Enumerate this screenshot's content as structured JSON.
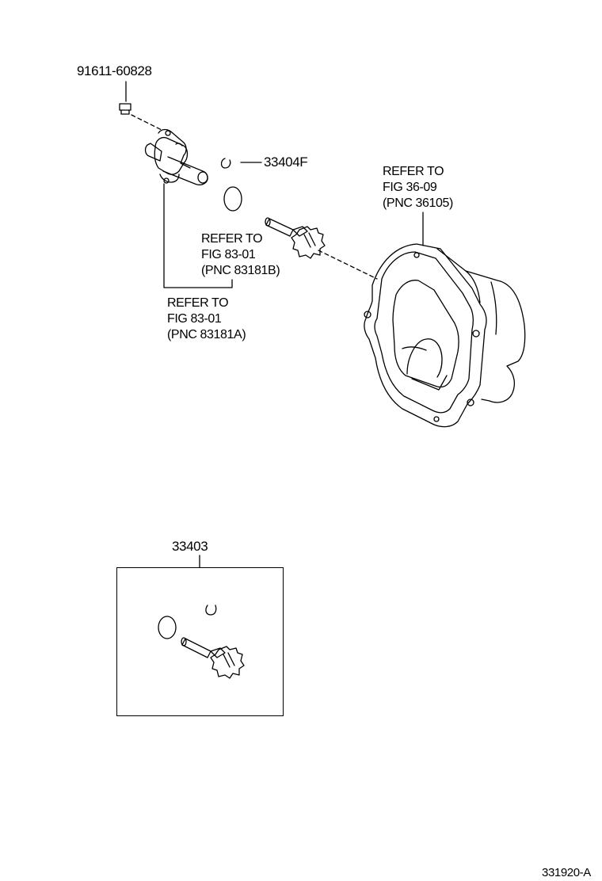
{
  "labels": {
    "bolt_part": "91611-60828",
    "clip_part": "33404F",
    "kit_part": "33403",
    "figure_code": "331920-A"
  },
  "references": {
    "housing": {
      "line1": "REFER TO",
      "line2": "FIG  36-09",
      "line3": "(PNC 36105)"
    },
    "oring": {
      "line1": "REFER TO",
      "line2": "FIG   83-01",
      "line3": "(PNC 83181B)"
    },
    "sensor": {
      "line1": "REFER TO",
      "line2": "FIG   83-01",
      "line3": "(PNC 83181A)"
    }
  }
}
